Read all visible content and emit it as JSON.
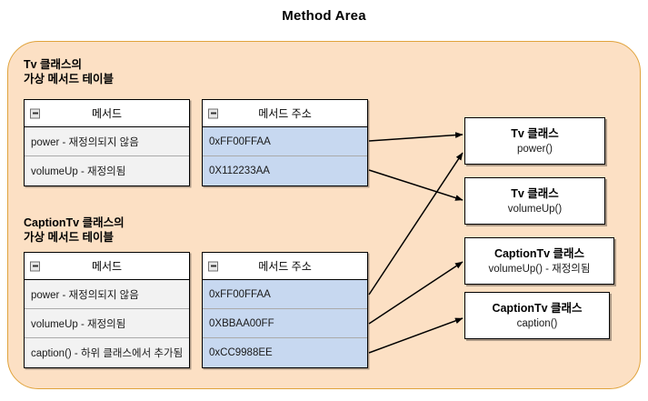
{
  "title": "Method Area",
  "colors": {
    "panel_background": "#fce0c4",
    "panel_border": "#e0a33c",
    "method_cell": "#f2f2f2",
    "address_cell": "#c7d8f0",
    "box_background": "#ffffff",
    "text": "#000000"
  },
  "panel": {
    "name": "Method Area"
  },
  "sections": [
    {
      "heading": "Tv 클래스의\n가상 메서드 테이블",
      "method_table": {
        "header": "메서드",
        "collapse_icon": "minus-square-icon",
        "rows": [
          "power - 재정의되지 않음",
          "volumeUp - 재정의됨"
        ]
      },
      "address_table": {
        "header": "메서드 주소",
        "collapse_icon": "minus-square-icon",
        "rows": [
          "0xFF00FFAA",
          "0X112233AA"
        ]
      }
    },
    {
      "heading": "CaptionTv 클래스의\n가상 메서드 테이블",
      "method_table": {
        "header": "메서드",
        "collapse_icon": "minus-square-icon",
        "rows": [
          "power - 재정의되지 않음",
          "volumeUp - 재정의됨",
          "caption() - 하위 클래스에서 추가됨"
        ]
      },
      "address_table": {
        "header": "메서드 주소",
        "collapse_icon": "minus-square-icon",
        "rows": [
          "0xFF00FFAA",
          "0XBBAA00FF",
          "0xCC9988EE"
        ]
      }
    }
  ],
  "class_boxes": [
    {
      "title": "Tv 클래스",
      "subtitle": "power()"
    },
    {
      "title": "Tv 클래스",
      "subtitle": "volumeUp()"
    },
    {
      "title": "CaptionTv 클래스",
      "subtitle": "volumeUp() - 재정의됨"
    },
    {
      "title": "CaptionTv 클래스",
      "subtitle": "caption()"
    }
  ],
  "arrows": [
    {
      "from": "tv-address-row-0",
      "to": "class-box-0"
    },
    {
      "from": "tv-address-row-1",
      "to": "class-box-1"
    },
    {
      "from": "captiontv-address-row-0",
      "to": "class-box-0"
    },
    {
      "from": "captiontv-address-row-1",
      "to": "class-box-2"
    },
    {
      "from": "captiontv-address-row-2",
      "to": "class-box-3"
    }
  ]
}
